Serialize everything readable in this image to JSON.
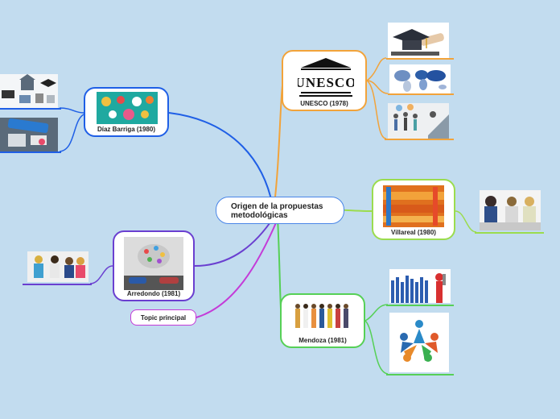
{
  "central": {
    "title": "Origen de la propuestas metodológicas"
  },
  "topics": {
    "unesco": {
      "label": "UNESCO (1978)",
      "logo_text": "UNESCO",
      "color": "#f2a33a"
    },
    "villareal": {
      "label": "Villareal (1980)",
      "color": "#9bdc4e"
    },
    "mendoza": {
      "label": "Mendoza (1981)",
      "color": "#56d056"
    },
    "diaz": {
      "label": "Díaz Barriga (1980)",
      "color": "#1f5fe6"
    },
    "arredondo": {
      "label": "Arredondo (1981)",
      "color": "#6a3fd0"
    },
    "principal": {
      "label": "Topic principal",
      "color": "#c43bd8"
    }
  },
  "icons": [
    "graduation-cap-diploma-image",
    "world-map-image",
    "people-presentation-image",
    "crayons-image",
    "students-studying-image",
    "crowd-image",
    "teamwork-image",
    "education-icons-image",
    "classroom-tech-image",
    "brain-students-image",
    "group-meeting-image"
  ]
}
